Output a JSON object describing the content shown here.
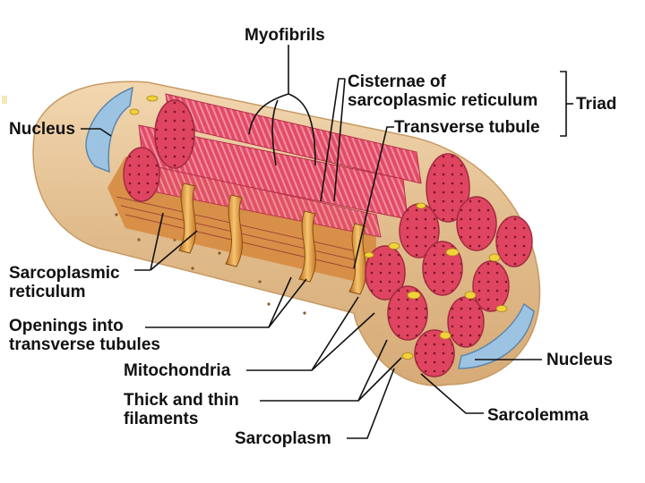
{
  "labels": {
    "myofibrils": "Myofibrils",
    "cisternae_line1": "Cisternae of",
    "cisternae_line2": "sarcoplasmic reticulum",
    "triad": "Triad",
    "transverse_tubule": "Transverse tubule",
    "nucleus_left": "Nucleus",
    "sr_line1": "Sarcoplasmic",
    "sr_line2": "reticulum",
    "openings_line1": "Openings into",
    "openings_line2": "transverse tubules",
    "mitochondria": "Mitochondria",
    "filaments_line1": "Thick and thin",
    "filaments_line2": "filaments",
    "sarcoplasm": "Sarcoplasm",
    "nucleus_right": "Nucleus",
    "sarcolemma": "Sarcolemma"
  },
  "colors": {
    "fiber_tan": "#e3c192",
    "myofibril_red": "#dc4660",
    "myofibril_stripe": "#f08aa0",
    "sr_orange": "#e6a24a",
    "nucleus_blue": "#9cc4e2",
    "mitochondria_yellow": "#f2d23a"
  }
}
